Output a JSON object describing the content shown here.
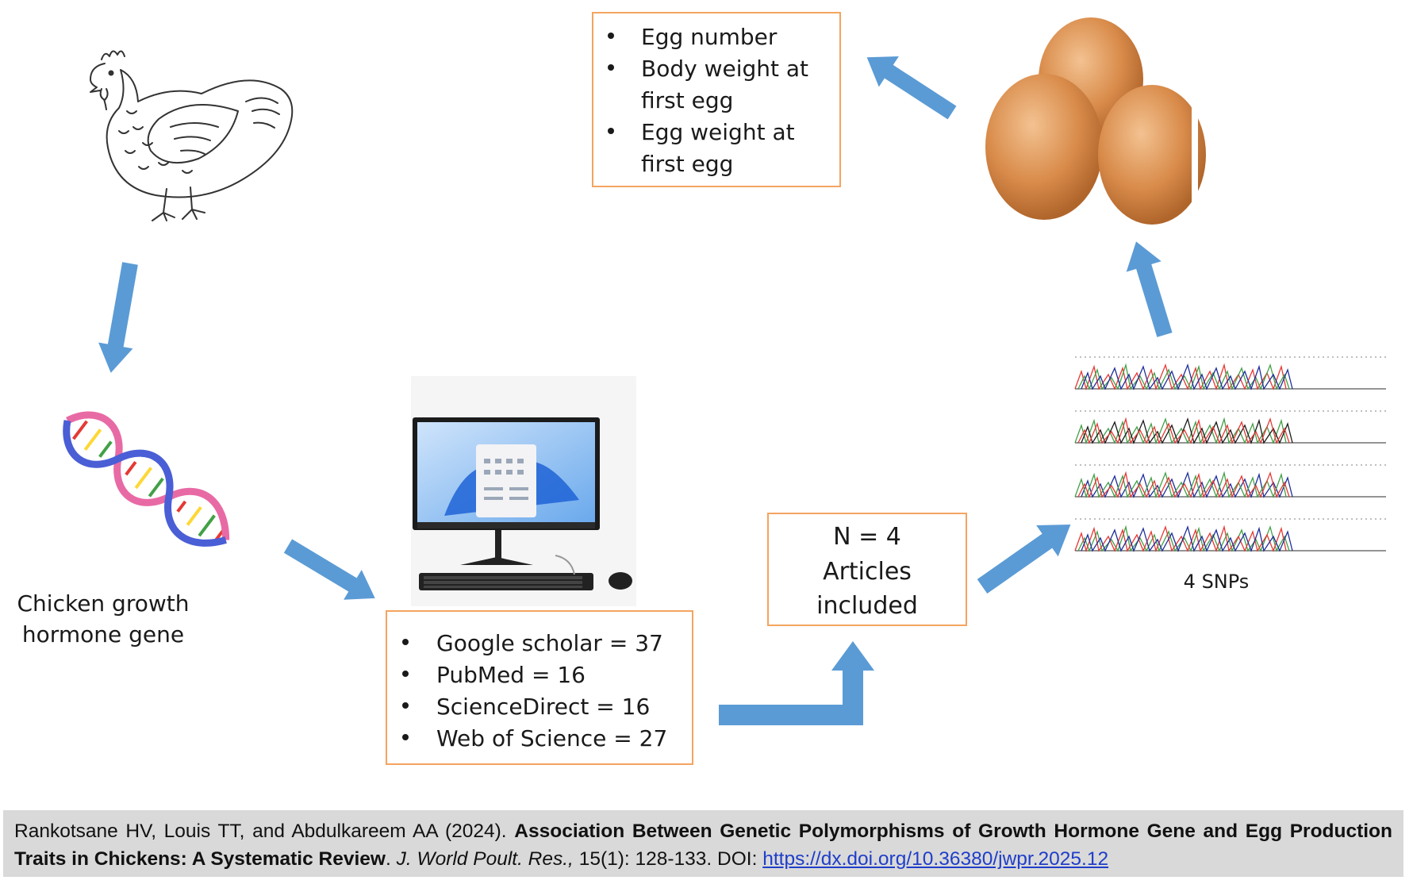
{
  "source_box": {
    "items": [
      "Google scholar = 37",
      "PubMed = 16",
      "ScienceDirect = 16",
      "Web of Science = 27"
    ]
  },
  "traits_box": {
    "items": [
      [
        "Egg number"
      ],
      [
        "Body weight at",
        "first egg"
      ],
      [
        "Egg weight at",
        "first egg"
      ]
    ]
  },
  "result_box": {
    "lines": [
      "N = 4",
      "Articles",
      "included"
    ]
  },
  "gene_label": {
    "lines": [
      "Chicken growth",
      "hormone gene"
    ]
  },
  "snp_label": "4 SNPs",
  "citation": {
    "authors": "Rankotsane HV, Louis TT, and Abdulkareem AA (2024).",
    "title": "Association Between Genetic Polymorphisms of Growth Hormone Gene and Egg Production Traits in Chickens: A Systematic Review",
    "title_end": ".",
    "journal": "J. World Poult. Res.,",
    "volume": "15(1): 128-133. DOI:",
    "doi": "https://dx.doi.org/10.36380/jwpr.2025.12"
  },
  "colors": {
    "arrow": "#5b9bd5",
    "box_border": "#f4a460",
    "caption_bg": "#d9d9d9"
  },
  "icons": [
    "hen-illustration",
    "dna-icon",
    "computer-icon",
    "eggs-image",
    "chromatogram-image"
  ]
}
